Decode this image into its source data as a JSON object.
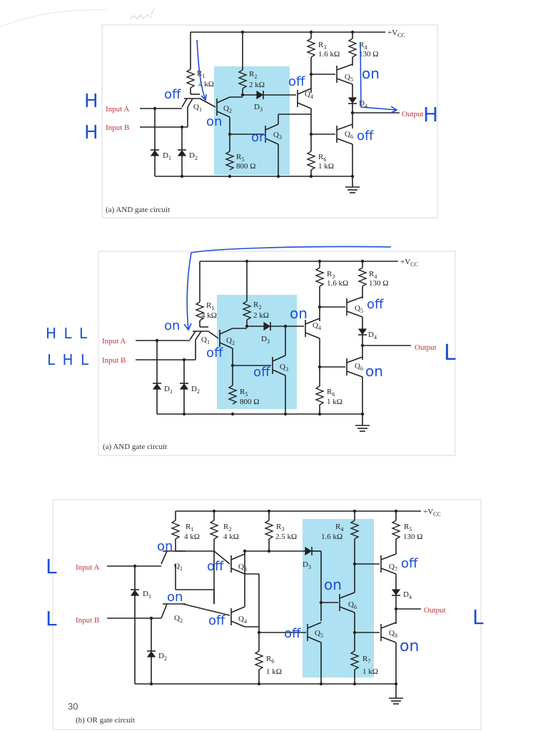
{
  "vcc": "+V",
  "vcc_sub": "CC",
  "diagram1": {
    "caption": "(a) AND gate circuit",
    "input_a": "Input A",
    "input_b": "Input B",
    "output": "Output",
    "r1": "R",
    "r1_sub": "1",
    "r1_val": "4 kΩ",
    "r2": "R",
    "r2_sub": "2",
    "r2_val": "2 kΩ",
    "r3": "R",
    "r3_sub": "3",
    "r3_val": "1.6 kΩ",
    "r4": "R",
    "r4_sub": "4",
    "r4_val": "130 Ω",
    "r5": "R",
    "r5_sub": "5",
    "r5_val": "800 Ω",
    "r6": "R",
    "r6_sub": "6",
    "r6_val": "1 kΩ",
    "q1": "Q",
    "q1_sub": "1",
    "q2": "Q",
    "q2_sub": "2",
    "q3": "Q",
    "q3_sub": "3",
    "q4": "Q",
    "q4_sub": "4",
    "q5": "Q",
    "q5_sub": "5",
    "q6": "Q",
    "q6_sub": "6",
    "d1": "D",
    "d1_sub": "1",
    "d2": "D",
    "d2_sub": "2",
    "d3": "D",
    "d3_sub": "3",
    "d4": "D",
    "d4_sub": "4",
    "notes": {
      "h_a": "H",
      "h_b": "H",
      "off_q1": "off",
      "on_q2": "on",
      "off_q4": "off",
      "on_q5": "on",
      "on_q3": "on",
      "off_q6": "off",
      "out": "H"
    }
  },
  "diagram2": {
    "caption": "(a) AND gate circuit",
    "input_a": "Input A",
    "input_b": "Input B",
    "output": "Output",
    "r1": "R",
    "r1_sub": "1",
    "r1_val": "4 kΩ",
    "r2": "R",
    "r2_sub": "2",
    "r2_val": "2 kΩ",
    "r3": "R",
    "r3_sub": "3",
    "r3_val": "1.6 kΩ",
    "r4": "R",
    "r4_sub": "4",
    "r4_val": "130 Ω",
    "r5": "R",
    "r5_sub": "5",
    "r5_val": "800 Ω",
    "r6": "R",
    "r6_sub": "6",
    "r6_val": "1 kΩ",
    "q1": "Q",
    "q1_sub": "1",
    "q2": "Q",
    "q2_sub": "2",
    "q3": "Q",
    "q3_sub": "3",
    "q4": "Q",
    "q4_sub": "4",
    "q5": "Q",
    "q5_sub": "5",
    "q6": "Q",
    "q6_sub": "6",
    "d1": "D",
    "d1_sub": "1",
    "d2": "D",
    "d2_sub": "2",
    "d3": "D",
    "d3_sub": "3",
    "d4": "D",
    "d4_sub": "4",
    "notes": {
      "row_a": "H L L",
      "row_b": "L H L",
      "on_q1": "on",
      "off_q2": "off",
      "on_q4": "on",
      "off_q5": "off",
      "off_q3": "off",
      "on_q6": "on",
      "out": "L"
    }
  },
  "diagram3": {
    "caption": "(b) OR gate circuit",
    "page_number": "30",
    "input_a": "Input A",
    "input_b": "Input B",
    "output": "Output",
    "r1": "R",
    "r1_sub": "1",
    "r1_val": "4 kΩ",
    "r2": "R",
    "r2_sub": "2",
    "r2_val": "4 kΩ",
    "r3": "R",
    "r3_sub": "3",
    "r3_val": "2.5 kΩ",
    "r4": "R",
    "r4_sub": "4",
    "r4_val": "1.6 kΩ",
    "r5": "R",
    "r5_sub": "5",
    "r5_val": "130 Ω",
    "r6": "R",
    "r6_sub": "6",
    "r6_val": "1 kΩ",
    "r7": "R",
    "r7_sub": "7",
    "r7_val": "1 kΩ",
    "q1": "Q",
    "q1_sub": "1",
    "q2": "Q",
    "q2_sub": "2",
    "q3": "Q",
    "q3_sub": "3",
    "q4": "Q",
    "q4_sub": "4",
    "q5": "Q",
    "q5_sub": "5",
    "q6": "Q",
    "q6_sub": "6",
    "q7": "Q",
    "q7_sub": "7",
    "q8": "Q",
    "q8_sub": "8",
    "d1": "D",
    "d1_sub": "1",
    "d2": "D",
    "d2_sub": "2",
    "d3": "D",
    "d3_sub": "3",
    "d4": "D",
    "d4_sub": "4",
    "notes": {
      "l_a": "L",
      "l_b": "L",
      "on_q1": "on",
      "on_q2": "on",
      "off_q3": "off",
      "off_q4": "off",
      "on_q6": "on",
      "off_q5": "off",
      "off_q7": "off",
      "on_q8": "on",
      "out": "L"
    }
  }
}
